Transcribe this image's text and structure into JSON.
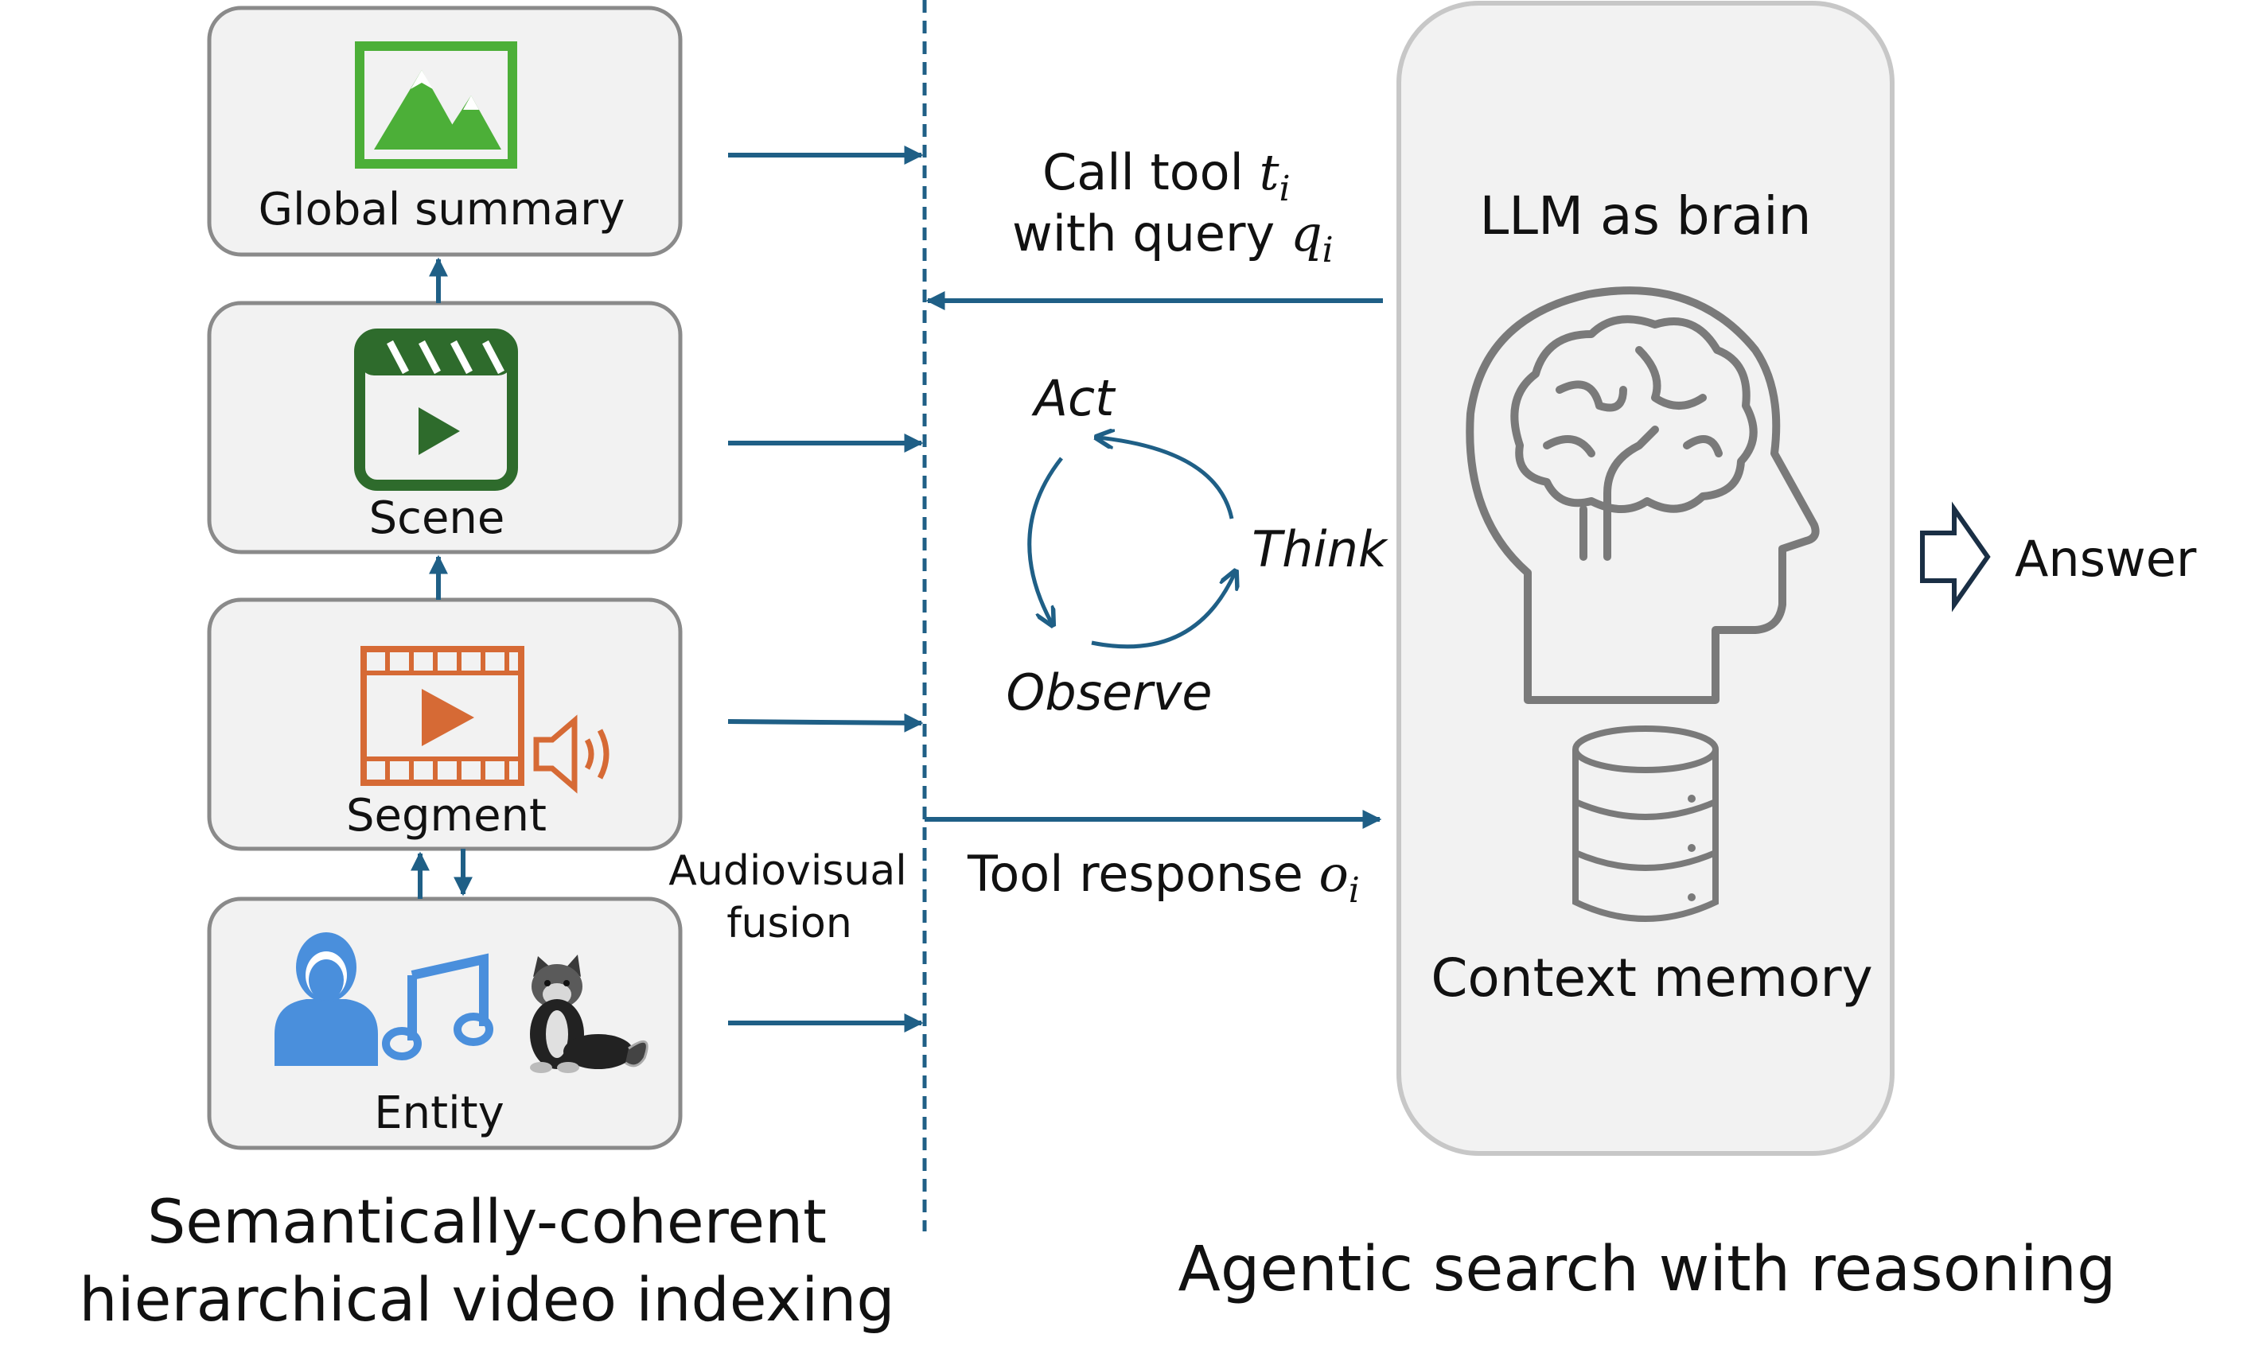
{
  "colors": {
    "arrow": "#1f5f86",
    "box_fill": "#f2f2f2",
    "box_stroke": "#8a8a8a",
    "global_icon": "#4caf38",
    "scene_icon": "#2e6b2c",
    "segment_icon": "#d66a35",
    "entity_person": "#4a8fdc",
    "brain_stroke": "#7a7a7a"
  },
  "left": {
    "levels": [
      {
        "label": "Global summary",
        "icon": "image-icon"
      },
      {
        "label": "Scene",
        "icon": "clapperboard-icon"
      },
      {
        "label": "Segment",
        "icon": "film-speaker-icon"
      },
      {
        "label": "Entity",
        "icon": "person-music-cat-icon"
      }
    ],
    "fusion_label_1": "Audiovisual",
    "fusion_label_2": "fusion",
    "caption_1": "Semantically-coherent",
    "caption_2": "hierarchical video indexing"
  },
  "middle": {
    "call_label_1": "Call tool ",
    "call_var_1": "t",
    "call_sub_1": "i",
    "call_label_2": "with query ",
    "call_var_2": "q",
    "call_sub_2": "i",
    "cycle": {
      "act": "Act",
      "think": "Think",
      "observe": "Observe"
    },
    "response_label": "Tool response ",
    "response_var": "o",
    "response_sub": "i"
  },
  "right": {
    "brain_label": "LLM as brain",
    "memory_label": "Context memory",
    "answer_label": "Answer",
    "caption": "Agentic search with reasoning"
  }
}
